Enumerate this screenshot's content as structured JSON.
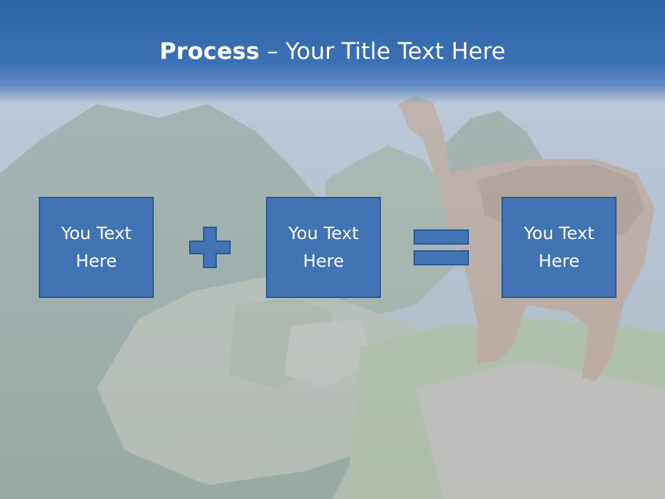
{
  "slide": {
    "title_bold": "Process",
    "title_rest": " – Your Title Text Here",
    "background_icon": "mountain-llama-photo",
    "boxes": [
      {
        "text": "You Text\nHere"
      },
      {
        "text": "You Text\nHere"
      },
      {
        "text": "You Text\nHere"
      }
    ],
    "operators": {
      "first": "plus-icon",
      "second": "equals-icon"
    },
    "colors": {
      "title_band": "#3b70b4",
      "box_fill": "#4274b5",
      "box_border": "#2e5a93",
      "text": "#ffffff"
    }
  }
}
